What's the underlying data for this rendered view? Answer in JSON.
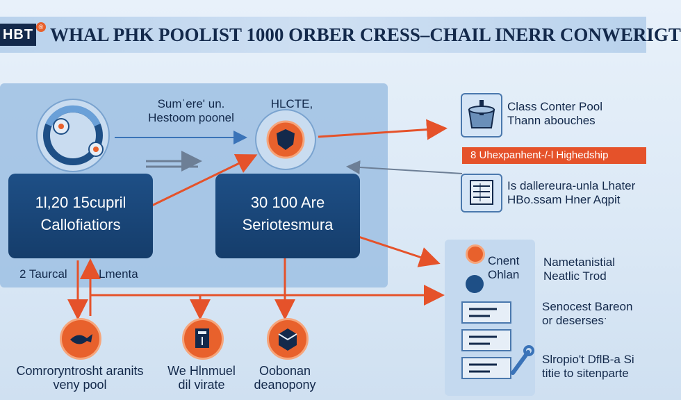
{
  "header": {
    "logo_text": "HBT",
    "logo_mark": "®",
    "title": "WHAL PHK POOLIST 1000 ORBER CRESS–CHAIL INERR CONWERIGT"
  },
  "main_panel": {
    "top_caption_line1": "Sumˈere' un.",
    "top_caption_line2": "Hestoom poonel",
    "center_caption": "HLCTE,",
    "left_box_line1": "1l,20 15cupril",
    "left_box_line2": "Callofiatiors",
    "right_box_line1": "30 100 Are",
    "right_box_line2": "Seriotesmura",
    "sub_left": "2 Taurcal",
    "sub_right": "Lmenta"
  },
  "right_column": {
    "item1_line1": "Class Conter Pool",
    "item1_line2": "Thann abouches",
    "banner": "8 Uhexpanhent-/-l Highedship",
    "item2_line1": "Is dallereura-unla Lhater",
    "item2_line2": "HBo.ssam Hner Aqpit",
    "legend_orange": "Cnent",
    "legend_blue": "Ohlan",
    "legend_desc_line1": "Nametanistial",
    "legend_desc_line2": "Neatlic Trod",
    "list1_line1": "Senocest Bareon",
    "list1_line2": "or desersesˑ",
    "list2_line1": "Slropio't DflB-a Si",
    "list2_line2": "titie to sitenparte"
  },
  "bottom": {
    "label1_line1": "Comroryntrosht aranits",
    "label1_line2": "veny pool",
    "label2_line1": "We Hlnmuel",
    "label2_line2": "dil virate",
    "label3_line1": "Oobonan",
    "label3_line2": "deanopony"
  },
  "colors": {
    "accent_orange": "#e8612c",
    "navy": "#1e4f86",
    "panel_blue": "#9dbfe3"
  },
  "icons": [
    "gear-hub-icon",
    "shield-badge-icon",
    "pool-icon",
    "server-panel-icon",
    "fish-icon",
    "filter-icon",
    "box-icon",
    "wrench-icon"
  ]
}
